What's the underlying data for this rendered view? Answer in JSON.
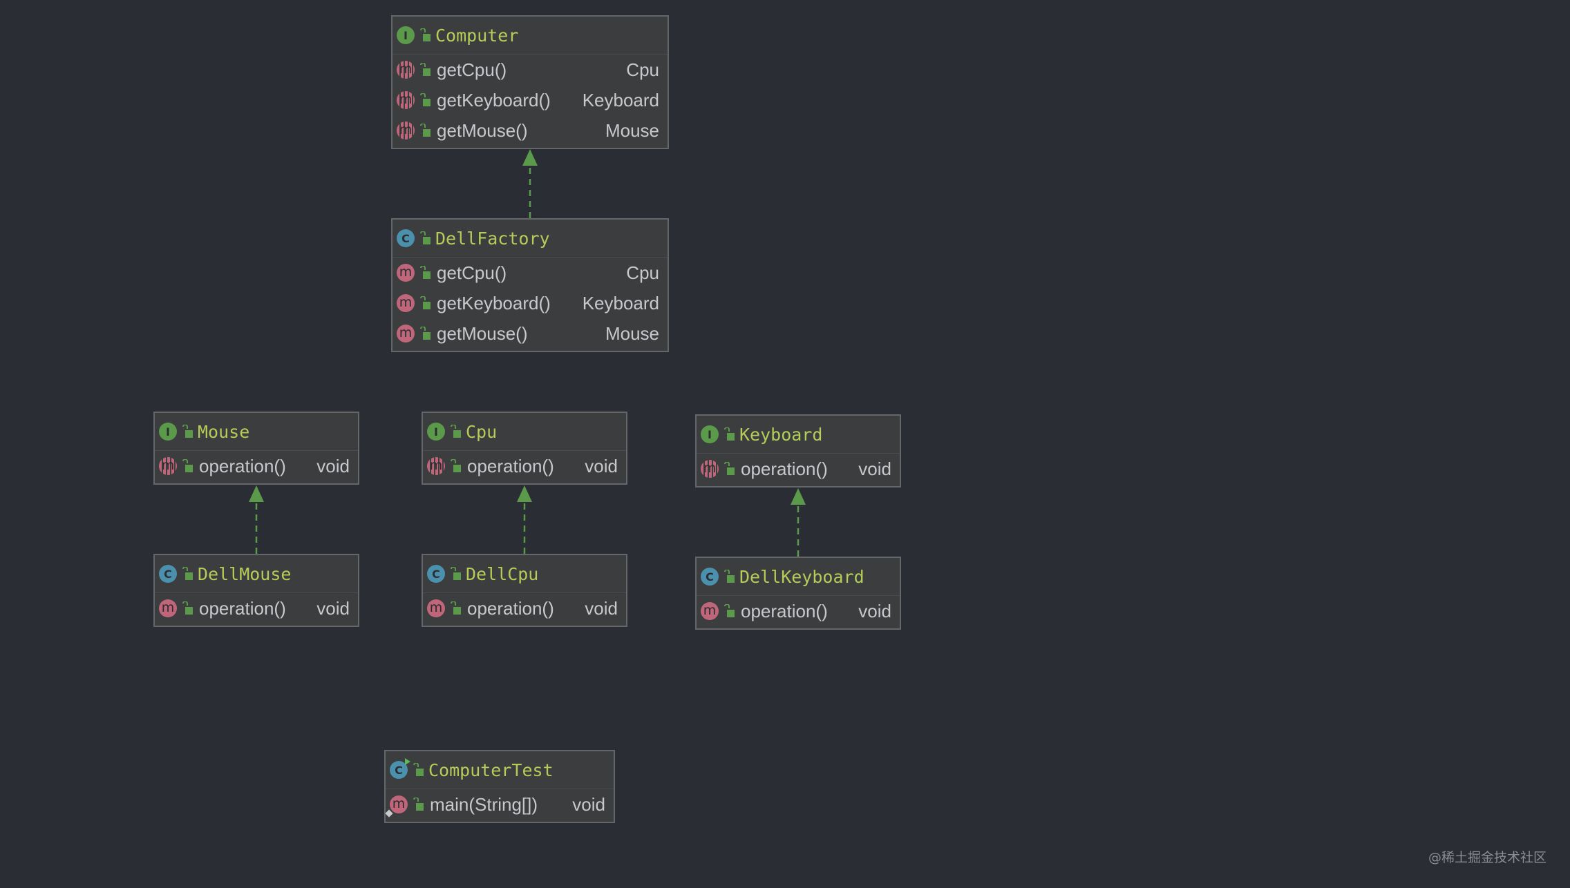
{
  "colors": {
    "background": "#2b2d35",
    "box_fill": "#3c3d3f",
    "box_border": "#64666a",
    "title_text": "#b5cc58",
    "member_text": "#c7c9cc",
    "interface_icon": "#5b9a4a",
    "class_icon": "#4b90ad",
    "method_icon": "#c0667a",
    "edge": "#5b9a4a"
  },
  "nodes": {
    "computer": {
      "kind": "I",
      "name": "Computer",
      "members": [
        {
          "name": "getCpu()",
          "type": "Cpu"
        },
        {
          "name": "getKeyboard()",
          "type": "Keyboard"
        },
        {
          "name": "getMouse()",
          "type": "Mouse"
        }
      ]
    },
    "dellfactory": {
      "kind": "C",
      "name": "DellFactory",
      "members": [
        {
          "name": "getCpu()",
          "type": "Cpu"
        },
        {
          "name": "getKeyboard()",
          "type": "Keyboard"
        },
        {
          "name": "getMouse()",
          "type": "Mouse"
        }
      ]
    },
    "mouse": {
      "kind": "I",
      "name": "Mouse",
      "members": [
        {
          "name": "operation()",
          "type": "void"
        }
      ]
    },
    "cpu": {
      "kind": "I",
      "name": "Cpu",
      "members": [
        {
          "name": "operation()",
          "type": "void"
        }
      ]
    },
    "keyboard": {
      "kind": "I",
      "name": "Keyboard",
      "members": [
        {
          "name": "operation()",
          "type": "void"
        }
      ]
    },
    "dellmouse": {
      "kind": "C",
      "name": "DellMouse",
      "members": [
        {
          "name": "operation()",
          "type": "void"
        }
      ]
    },
    "dellcpu": {
      "kind": "C",
      "name": "DellCpu",
      "members": [
        {
          "name": "operation()",
          "type": "void"
        }
      ]
    },
    "dellkeyboard": {
      "kind": "C",
      "name": "DellKeyboard",
      "members": [
        {
          "name": "operation()",
          "type": "void"
        }
      ]
    },
    "computertest": {
      "kind": "C",
      "name": "ComputerTest",
      "members": [
        {
          "name": "main(String[])",
          "type": "void"
        }
      ]
    }
  },
  "relations": [
    {
      "from": "DellFactory",
      "to": "Computer",
      "type": "implements"
    },
    {
      "from": "DellMouse",
      "to": "Mouse",
      "type": "implements"
    },
    {
      "from": "DellCpu",
      "to": "Cpu",
      "type": "implements"
    },
    {
      "from": "DellKeyboard",
      "to": "Keyboard",
      "type": "implements"
    }
  ],
  "watermark": "@稀土掘金技术社区"
}
